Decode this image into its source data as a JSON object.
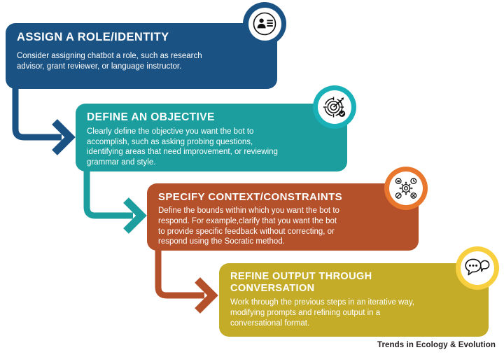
{
  "figure": {
    "footer_credit": "Trends in Ecology & Evolution"
  },
  "steps": [
    {
      "id": "assign-role",
      "title": "ASSIGN A ROLE/IDENTITY",
      "body": "Consider assigning chatbot a role, such as research\nadvisor, grant reviewer, or language instructor.",
      "panel_color": "#1b5284",
      "badge_color": "#1b5284",
      "icon": "id-card-person-icon"
    },
    {
      "id": "define-objective",
      "title": "DEFINE AN OBJECTIVE",
      "body": "Clearly define the objective you want the bot to\naccomplish, such as asking probing questions,\nidentifying areas that need improvement, or reviewing\ngrammar and style.",
      "panel_color": "#1c9e9e",
      "badge_color": "#19b0b8",
      "icon": "target-dart-icon"
    },
    {
      "id": "specify-context",
      "title": "SPECIFY CONTEXT/CONSTRAINTS",
      "body": "Define the bounds within which you want the bot to\nrespond. For example,clarify that you want the bot\nto provide specific feedback without correcting, or\nrespond using the Socratic method.",
      "panel_color": "#b4502a",
      "badge_color": "#e8762c",
      "icon": "gear-constraints-icon"
    },
    {
      "id": "refine-output",
      "title": "REFINE OUTPUT THROUGH\nCONVERSATION",
      "body": "Work through the previous steps in an iterative way,\nmodifying prompts and refining output in a\nconversational format.",
      "panel_color": "#c4ac28",
      "badge_color": "#f7cf3f",
      "icon": "chat-bubbles-icon"
    }
  ],
  "connectors": [
    {
      "id": "connector-1-2",
      "color": "#1b5284",
      "from": "assign-role",
      "to": "define-objective"
    },
    {
      "id": "connector-2-3",
      "color": "#1c9e9e",
      "from": "define-objective",
      "to": "specify-context"
    },
    {
      "id": "connector-3-4",
      "color": "#b4502a",
      "from": "specify-context",
      "to": "refine-output"
    }
  ]
}
